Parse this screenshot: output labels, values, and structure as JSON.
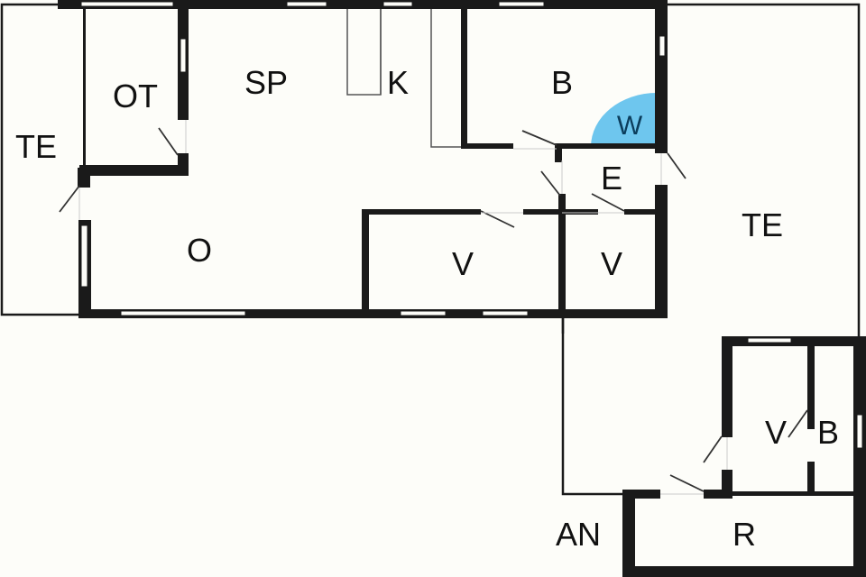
{
  "floorplan": {
    "type": "floor plan",
    "background_color": "#fdfdf9",
    "wall_color": "#1a1a1a",
    "shower_color": "#6ec6ee",
    "rooms": [
      {
        "id": "te_left",
        "label": "TE"
      },
      {
        "id": "ot",
        "label": "OT"
      },
      {
        "id": "sp",
        "label": "SP"
      },
      {
        "id": "k",
        "label": "K"
      },
      {
        "id": "b_top",
        "label": "B"
      },
      {
        "id": "w",
        "label": "W"
      },
      {
        "id": "e",
        "label": "E"
      },
      {
        "id": "te_right",
        "label": "TE"
      },
      {
        "id": "o",
        "label": "O"
      },
      {
        "id": "v_mid",
        "label": "V"
      },
      {
        "id": "v_small",
        "label": "V"
      },
      {
        "id": "v_annex",
        "label": "V"
      },
      {
        "id": "b_annex",
        "label": "B"
      },
      {
        "id": "an",
        "label": "AN"
      },
      {
        "id": "r",
        "label": "R"
      }
    ]
  }
}
